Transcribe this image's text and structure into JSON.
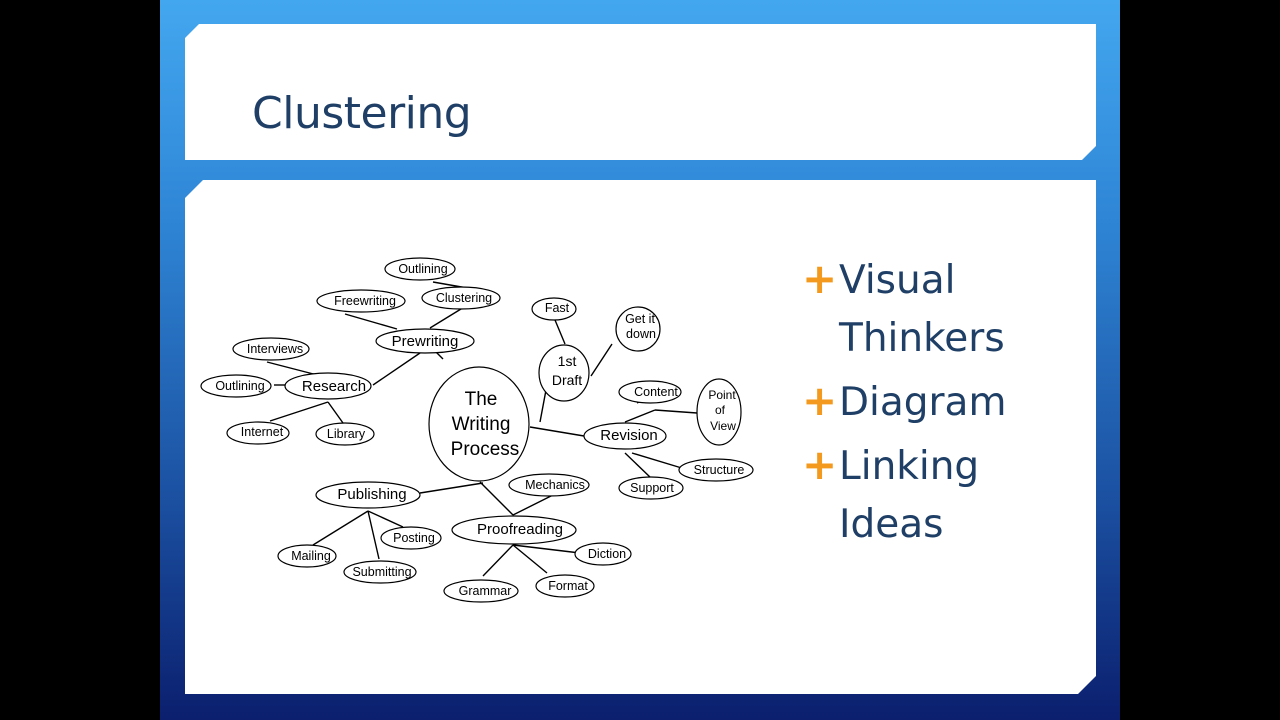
{
  "slide": {
    "title": "Clustering",
    "bullets": [
      {
        "text": "Visual Thinkers"
      },
      {
        "text": "Diagram"
      },
      {
        "text": "Linking Ideas"
      }
    ],
    "bullet_icon": "plus-icon",
    "colors": {
      "title": "#1f3f66",
      "bullet_plus": "#f39a1e",
      "background_top": "#43a7ef",
      "background_bottom": "#0b1f6e"
    }
  },
  "diagram": {
    "center": [
      "The",
      "Writing",
      "Process"
    ],
    "prewriting": "Prewriting",
    "outlining_top": "Outlining",
    "freewriting": "Freewriting",
    "clustering": "Clustering",
    "research": "Research",
    "interviews": "Interviews",
    "outlining_left": "Outlining",
    "internet": "Internet",
    "library": "Library",
    "first_draft": [
      "1st",
      "Draft"
    ],
    "fast": "Fast",
    "get_it_down": [
      "Get it",
      "down"
    ],
    "revision": "Revision",
    "content": "Content",
    "point_of_view": [
      "Point",
      "of",
      "View"
    ],
    "structure": "Structure",
    "support": "Support",
    "publishing": "Publishing",
    "posting": "Posting",
    "mailing": "Mailing",
    "submitting": "Submitting",
    "proofreading": "Proofreading",
    "mechanics": "Mechanics",
    "diction": "Diction",
    "grammar": "Grammar",
    "format": "Format"
  }
}
